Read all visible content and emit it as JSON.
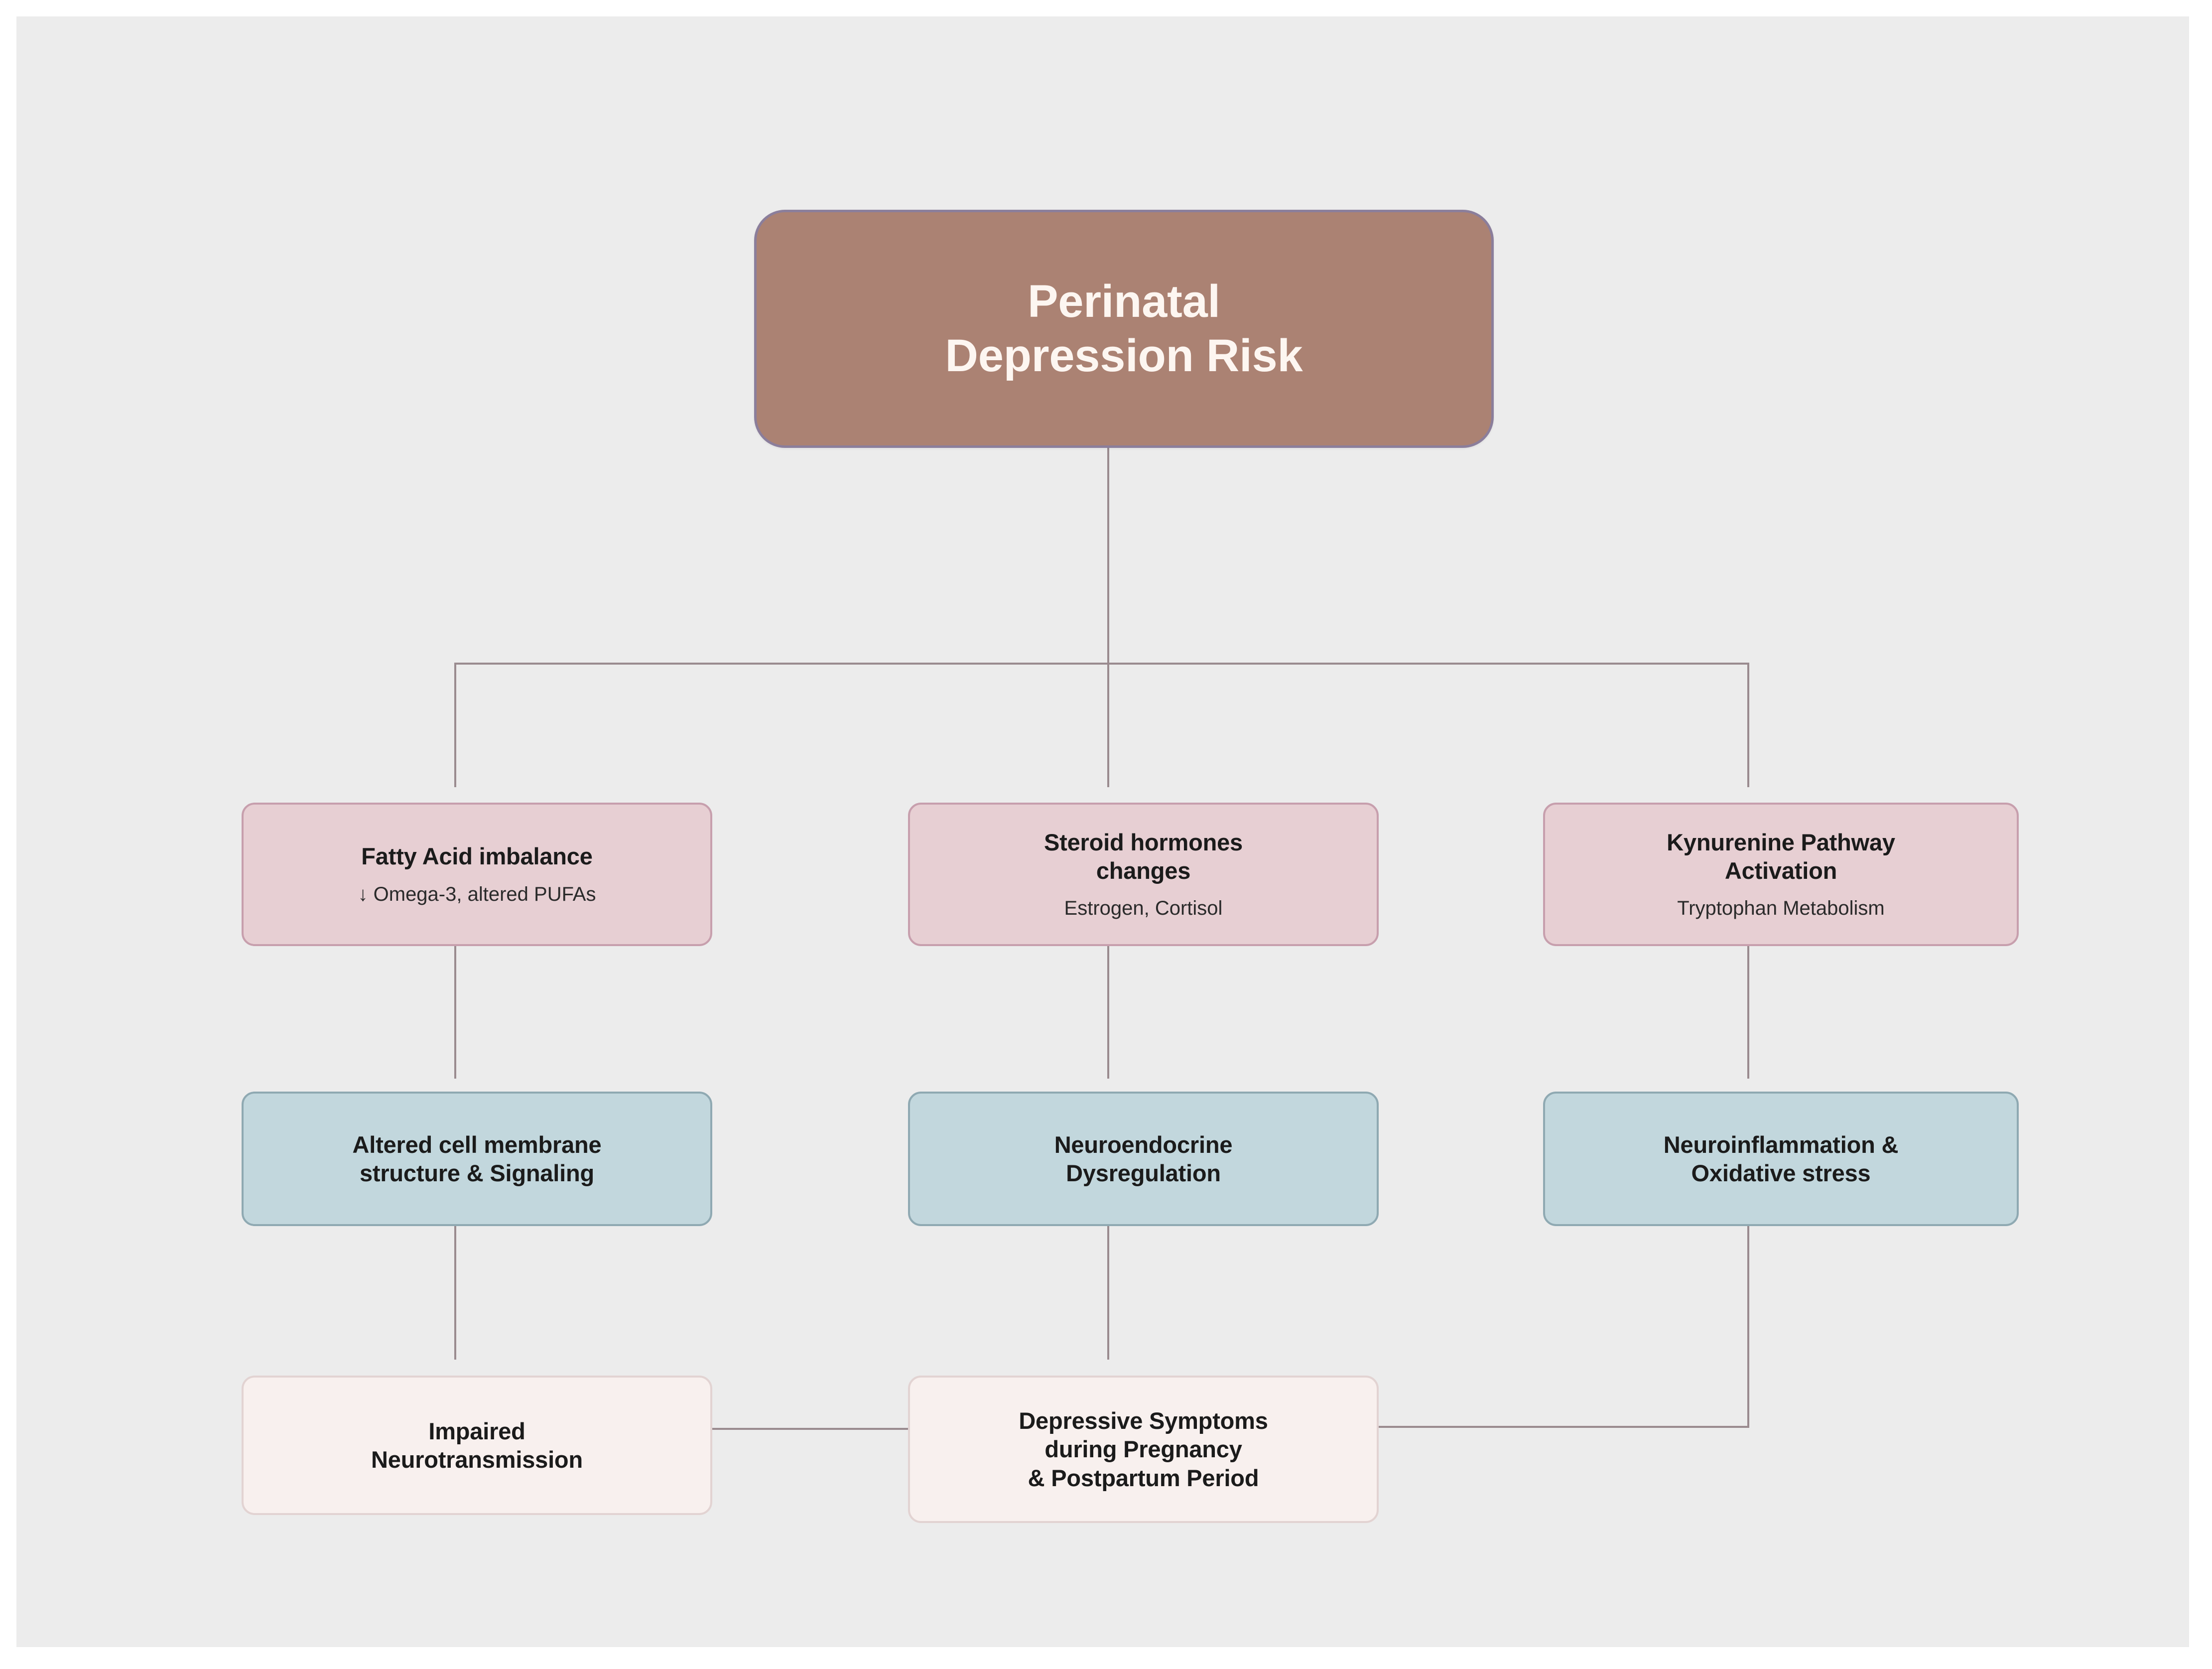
{
  "diagram": {
    "title_semantic": "Perinatal depression pathophysiology flowchart",
    "background_color": "#ececec",
    "edge_color": "#9a8b8f"
  },
  "nodes": {
    "root": {
      "label": "Perinatal\nDepression Risk",
      "fill": "#ab8273",
      "border": "#8b7e9b",
      "text_color": "#fdf6f1"
    },
    "level1": [
      {
        "id": "fatty-acid-imbalance",
        "title": "Fatty Acid imbalance",
        "subtitle": "↓ Omega-3, altered PUFAs",
        "fill": "#e7cfd3",
        "border": "#c79fad"
      },
      {
        "id": "steroid-hormones-changes",
        "title": "Steroid hormones\nchanges",
        "subtitle": "Estrogen, Cortisol",
        "fill": "#e7cfd3",
        "border": "#c79fad"
      },
      {
        "id": "kynurenine-pathway-activation",
        "title": "Kynurenine Pathway\nActivation",
        "subtitle": "Tryptophan Metabolism",
        "fill": "#e7cfd3",
        "border": "#c79fad"
      }
    ],
    "level2": [
      {
        "id": "altered-cell-membrane",
        "title": "Altered cell membrane\nstructure & Signaling",
        "fill": "#c2d7dd",
        "border": "#8fa9b2"
      },
      {
        "id": "neuroendocrine-dysregulation",
        "title": "Neuroendocrine\nDysregulation",
        "fill": "#c2d7dd",
        "border": "#8fa9b2"
      },
      {
        "id": "neuroinflammation-oxidative-stress",
        "title": "Neuroinflammation &\nOxidative stress",
        "fill": "#c2d7dd",
        "border": "#8fa9b2"
      }
    ],
    "level3": [
      {
        "id": "impaired-neurotransmission",
        "title": "Impaired\nNeurotransmission",
        "fill": "#f8f0ee",
        "border": "#e2d3d2"
      },
      {
        "id": "depressive-symptoms",
        "title": "Depressive Symptoms\nduring Pregnancy\n& Postpartum Period",
        "fill": "#f8f0ee",
        "border": "#e2d3d2"
      }
    ]
  },
  "edges": [
    {
      "from": "root",
      "to": "branch-bus"
    },
    {
      "from": "branch-bus",
      "to": "fatty-acid-imbalance"
    },
    {
      "from": "branch-bus",
      "to": "steroid-hormones-changes"
    },
    {
      "from": "branch-bus",
      "to": "kynurenine-pathway-activation"
    },
    {
      "from": "fatty-acid-imbalance",
      "to": "altered-cell-membrane"
    },
    {
      "from": "steroid-hormones-changes",
      "to": "neuroendocrine-dysregulation"
    },
    {
      "from": "kynurenine-pathway-activation",
      "to": "neuroinflammation-oxidative-stress"
    },
    {
      "from": "altered-cell-membrane",
      "to": "impaired-neurotransmission"
    },
    {
      "from": "neuroendocrine-dysregulation",
      "to": "depressive-symptoms"
    },
    {
      "from": "neuroinflammation-oxidative-stress",
      "to": "depressive-symptoms"
    },
    {
      "from": "impaired-neurotransmission",
      "to": "depressive-symptoms"
    }
  ]
}
